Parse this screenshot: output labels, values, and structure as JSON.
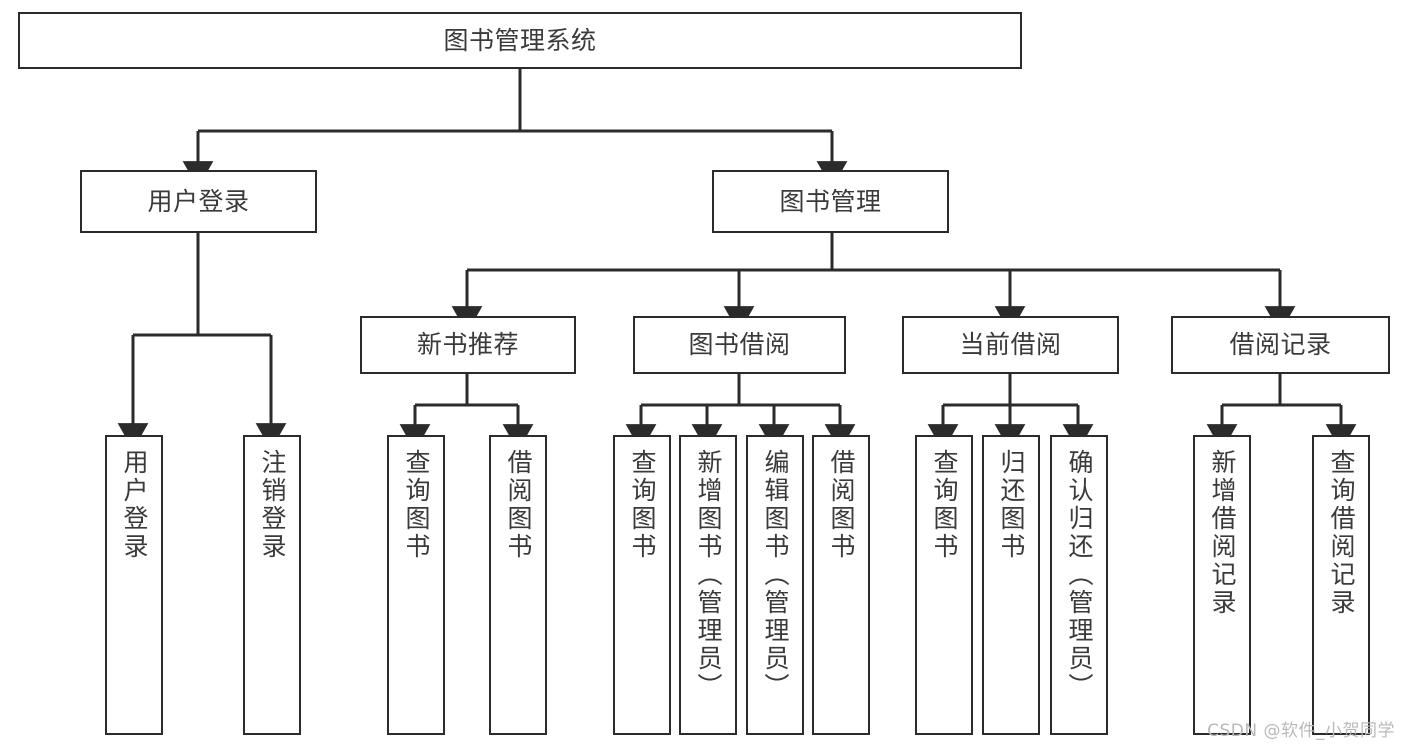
{
  "diagram": {
    "title": "图书管理系统",
    "type": "tree",
    "watermark": "CSDN @软件_小贺同学",
    "colors": {
      "stroke": "#2b2b2b",
      "text": "#3a3a3a",
      "background": "#ffffff",
      "watermark": "#b9b9b9"
    },
    "nodes": {
      "root": {
        "label": "图书管理系统"
      },
      "level1": [
        {
          "id": "user-login",
          "label": "用户登录"
        },
        {
          "id": "book-manage",
          "label": "图书管理"
        }
      ],
      "level2": [
        {
          "id": "new-book-rec",
          "label": "新书推荐",
          "parent": "book-manage"
        },
        {
          "id": "book-borrow",
          "label": "图书借阅",
          "parent": "book-manage"
        },
        {
          "id": "current-borrow",
          "label": "当前借阅",
          "parent": "book-manage"
        },
        {
          "id": "borrow-record",
          "label": "借阅记录",
          "parent": "book-manage"
        }
      ],
      "leaves": [
        {
          "id": "leaf-user-login",
          "label": "用户登录",
          "parent": "user-login"
        },
        {
          "id": "leaf-user-logout",
          "label": "注销登录",
          "parent": "user-login"
        },
        {
          "id": "leaf-query-book-1",
          "label": "查询图书",
          "parent": "new-book-rec"
        },
        {
          "id": "leaf-borrow-book-1",
          "label": "借阅图书",
          "parent": "new-book-rec"
        },
        {
          "id": "leaf-query-book-2",
          "label": "查询图书",
          "parent": "book-borrow"
        },
        {
          "id": "leaf-add-book",
          "label": "新增图书（管理员）",
          "parent": "book-borrow"
        },
        {
          "id": "leaf-edit-book",
          "label": "编辑图书（管理员）",
          "parent": "book-borrow"
        },
        {
          "id": "leaf-borrow-book-2",
          "label": "借阅图书",
          "parent": "book-borrow"
        },
        {
          "id": "leaf-query-book-3",
          "label": "查询图书",
          "parent": "current-borrow"
        },
        {
          "id": "leaf-return-book",
          "label": "归还图书",
          "parent": "current-borrow"
        },
        {
          "id": "leaf-confirm-return",
          "label": "确认归还（管理员）",
          "parent": "current-borrow"
        },
        {
          "id": "leaf-add-record",
          "label": "新增借阅记录",
          "parent": "borrow-record"
        },
        {
          "id": "leaf-query-record",
          "label": "查询借阅记录",
          "parent": "borrow-record"
        }
      ]
    }
  }
}
